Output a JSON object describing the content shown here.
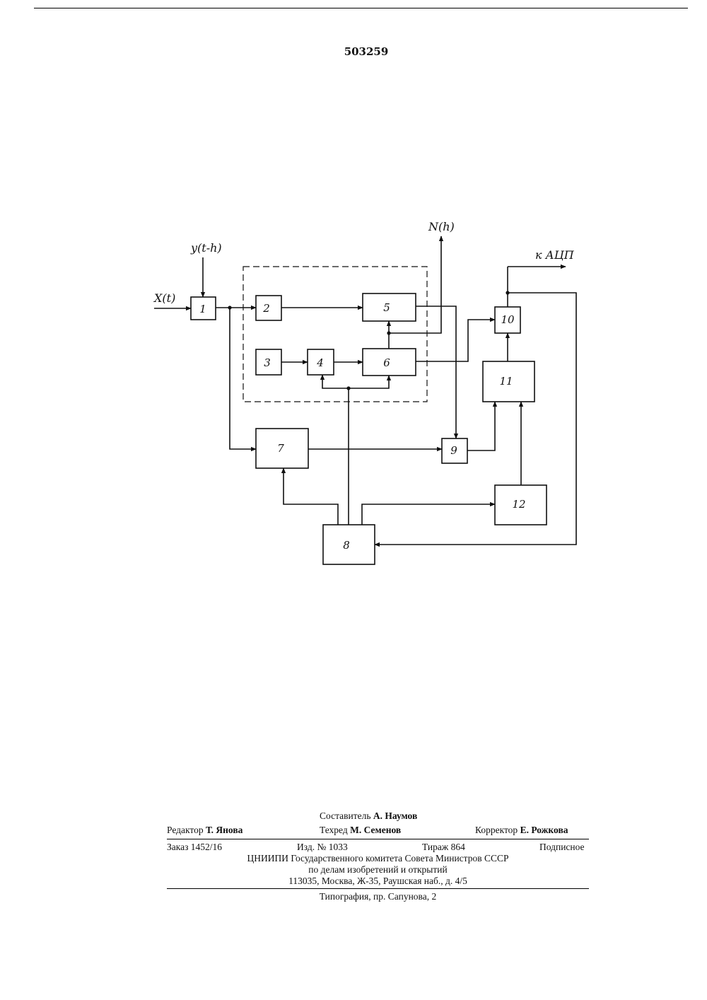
{
  "patent_number": "503259",
  "diagram": {
    "blocks": [
      "1",
      "2",
      "3",
      "4",
      "5",
      "6",
      "7",
      "8",
      "9",
      "10",
      "11",
      "12"
    ],
    "signals": {
      "input_x": "X(t)",
      "input_y": "y(t-h)",
      "output_n": "N(h)",
      "output_adc": "к АЦП"
    }
  },
  "footer": {
    "compiler_label": "Составитель",
    "compiler_name": "А. Наумов",
    "editor_label": "Редактор",
    "editor_name": "Т. Янова",
    "techred_label": "Техред",
    "techred_name": "М. Семенов",
    "corrector_label": "Корректор",
    "corrector_name": "Е. Рожкова",
    "order": "Заказ 1452/16",
    "edition": "Изд. № 1033",
    "circulation": "Тираж 864",
    "subscription": "Подписное",
    "org_line1": "ЦНИИПИ Государственного комитета Совета Министров СССР",
    "org_line2": "по делам изобретений и открытий",
    "address": "113035, Москва, Ж-35, Раушская наб., д. 4/5",
    "printer": "Типография, пр. Сапунова, 2"
  }
}
